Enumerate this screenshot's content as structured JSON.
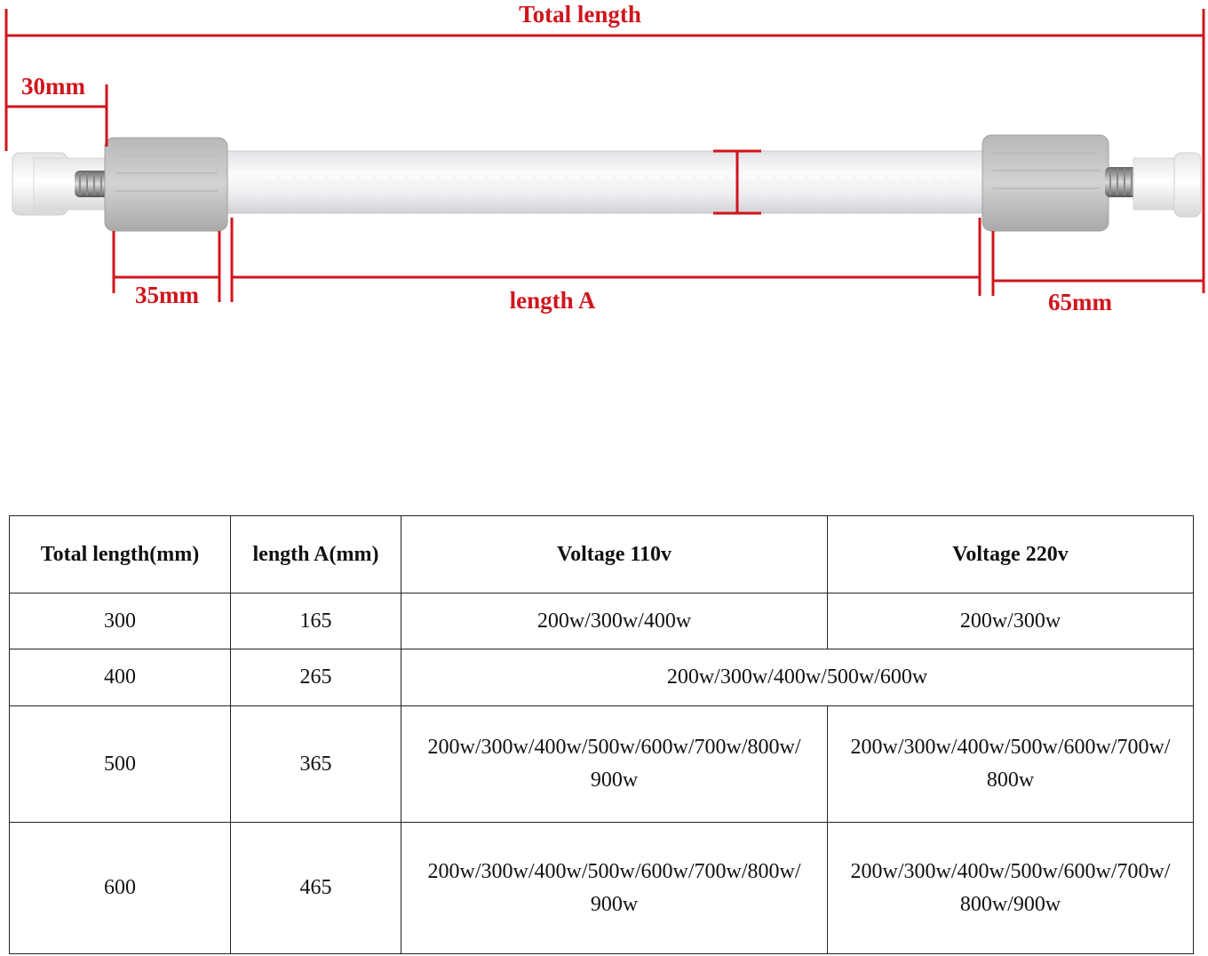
{
  "colors": {
    "dimension": "#d0151c",
    "tube": "#f1f1f3",
    "cap": "#c4c4c4",
    "end_cap": "#f5f5f5"
  },
  "dimensions": {
    "total_length": "Total length",
    "left_end": "30mm",
    "left_cap": "35mm",
    "length_a": "length A",
    "right_part": "65mm"
  },
  "table": {
    "headers": [
      "Total length(mm)",
      "length A(mm)",
      "Voltage 110v",
      "Voltage 220v"
    ],
    "rows": [
      {
        "total": "300",
        "length_a": "165",
        "v110_line1": "200w/300w/400w",
        "v220_line1": "200w/300w"
      },
      {
        "total": "400",
        "length_a": "265",
        "merged": "200w/300w/400w/500w/600w"
      },
      {
        "total": "500",
        "length_a": "365",
        "v110_line1": "200w/300w/400w/500w/600w/700w/800w/",
        "v110_line2": "900w",
        "v220_line1": "200w/300w/400w/500w/600w/700w/",
        "v220_line2": "800w"
      },
      {
        "total": "600",
        "length_a": "465",
        "v110_line1": "200w/300w/400w/500w/600w/700w/800w/",
        "v110_line2": "900w",
        "v220_line1": "200w/300w/400w/500w/600w/700w/",
        "v220_line2": "800w/900w"
      }
    ]
  }
}
